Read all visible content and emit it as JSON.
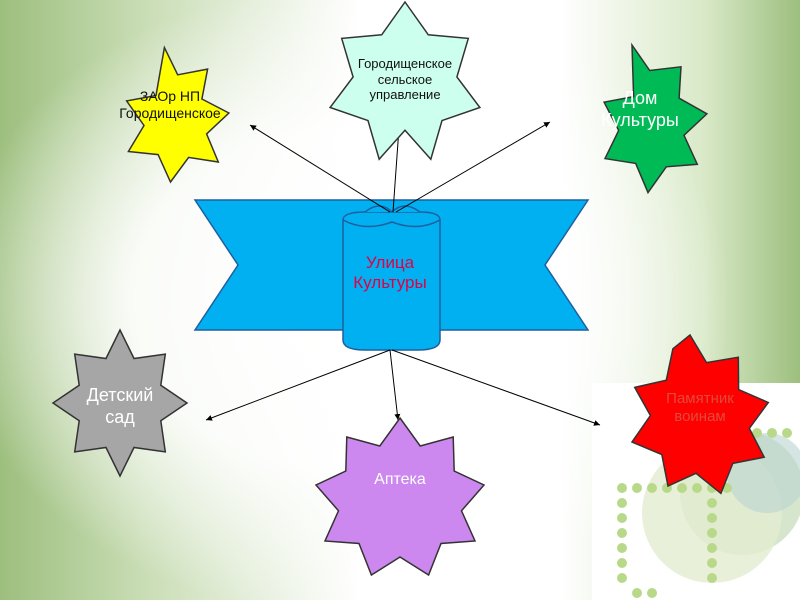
{
  "nodes": {
    "zaor": "ЗАОр НП\nГородищенское",
    "gorodishenskoe": "Городищенское\nсельское\nуправление",
    "dom_kultury": "Дом\nКультуры",
    "ulitsa": "Улица\nКультуры",
    "detsky_sad": "Детский\nсад",
    "apteka": "Аптека",
    "pamyatnik": "Памятник\nвоинам"
  },
  "colors": {
    "zaor": "#ffff00",
    "gorodishenskoe": "#ccffee",
    "dom_kultury": "#00bb55",
    "banner": "#00b0f0",
    "detsky_sad": "#a6a6a6",
    "apteka": "#cc88ee",
    "pamyatnik": "#ff0000"
  }
}
